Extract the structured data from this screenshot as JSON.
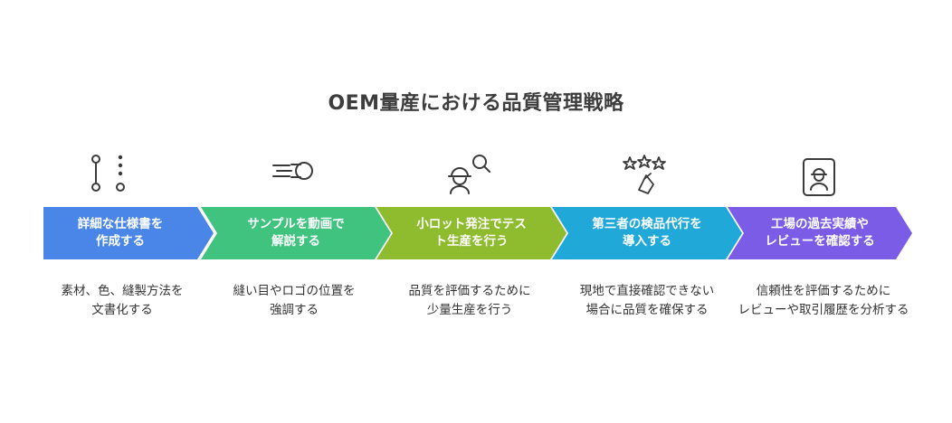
{
  "title": "OEM量産における品質管理戦略",
  "steps": [
    {
      "label": "詳細な仕様書を\n作成する",
      "description": "素材、色、縫製方法を\n文書化する",
      "color": "#4a86e8",
      "icon": "path-nodes-icon"
    },
    {
      "label": "サンプルを動画で\n解説する",
      "description": "縫い目やロゴの位置を\n強調する",
      "color": "#3fc37e",
      "icon": "fast-motion-icon"
    },
    {
      "label": "小ロット発注でテス\nト生産を行う",
      "description": "品質を評価するために\n少量生産を行う",
      "color": "#8fbc2f",
      "icon": "worker-search-icon"
    },
    {
      "label": "第三者の検品代行を\n導入する",
      "description": "現地で直接確認できない\n場合に品質を確保する",
      "color": "#1fa8d8",
      "icon": "stars-review-icon"
    },
    {
      "label": "工場の過去実績や\nレビューを確認する",
      "description": "信頼性を評価するために\nレビューや取引履歴を分析する",
      "color": "#7b5ce6",
      "icon": "id-badge-icon"
    }
  ]
}
